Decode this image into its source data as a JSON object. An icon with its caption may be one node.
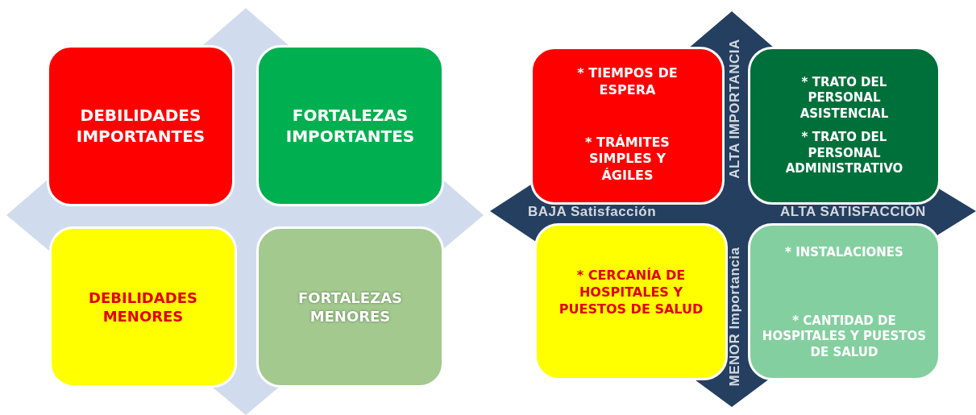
{
  "diagram": {
    "nodes": [
      {
        "text": [
          "DEBILIDADES IMPORTANTES"
        ]
      },
      {
        "text": [
          "FORTALEZAS IMPORTANTES"
        ]
      },
      {
        "text": [
          "DEBILIDADES MENORES"
        ]
      },
      {
        "text": [
          "FORTALEZAS MENORES"
        ]
      },
      {
        "text": [
          "* TIEMPOS DE ESPERA",
          "* TRÁMITES SIMPLES Y ÁGILES"
        ]
      },
      {
        "text": [
          "* TRATO DEL PERSONAL ASISTENCIAL",
          "* TRATO DEL PERSONAL ADMINISTRATIVO"
        ]
      },
      {
        "text": [
          "* CERCANÍA DE HOSPITALES Y PUESTOS DE SALUD"
        ]
      },
      {
        "text": [
          "* INSTALACIONES",
          "* CANTIDAD DE HOSPITALES Y PUESTOS DE SALUD"
        ]
      }
    ],
    "labels": [
      "ALTA IMPORTANCIA",
      "BAJA Satisfacción",
      "ALTA SATISFACCIÓN",
      "MENOR Importancia"
    ]
  }
}
